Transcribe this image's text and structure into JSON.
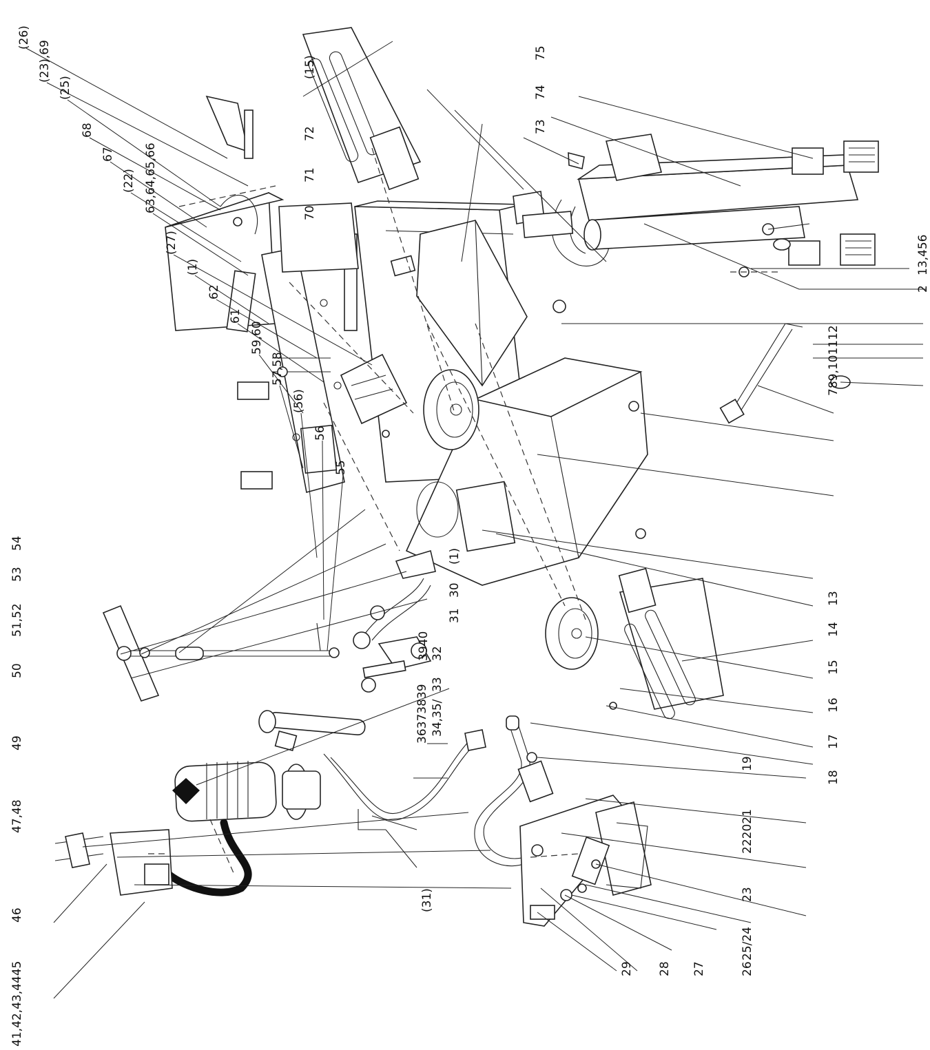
{
  "labels": {
    "top": [
      "(26)",
      "(23),69",
      "(25)",
      "68",
      "67",
      "(22)",
      "63,64,65,66",
      "(27)",
      "(1)",
      "62",
      "61",
      "59,60",
      "57,58",
      "(56)",
      "56",
      "55",
      "54",
      "53",
      "51,52",
      "50",
      "49",
      "47,48",
      "46",
      "41,42,43,4445",
      "(15)",
      "72",
      "71",
      "70",
      "73",
      "74",
      "75"
    ],
    "bottom": [
      "13,456",
      "2",
      "789,101112",
      "13",
      "14",
      "15",
      "16",
      "17",
      "18",
      "19",
      "222021",
      "23",
      "25/24",
      "26",
      "27",
      "28",
      "29"
    ],
    "middle": [
      "30",
      "(1)",
      "31",
      "32",
      "33",
      "3940",
      "34,35/",
      "36373839",
      "(31)"
    ]
  },
  "colors": {
    "line": "#222222",
    "background": "#ffffff"
  }
}
